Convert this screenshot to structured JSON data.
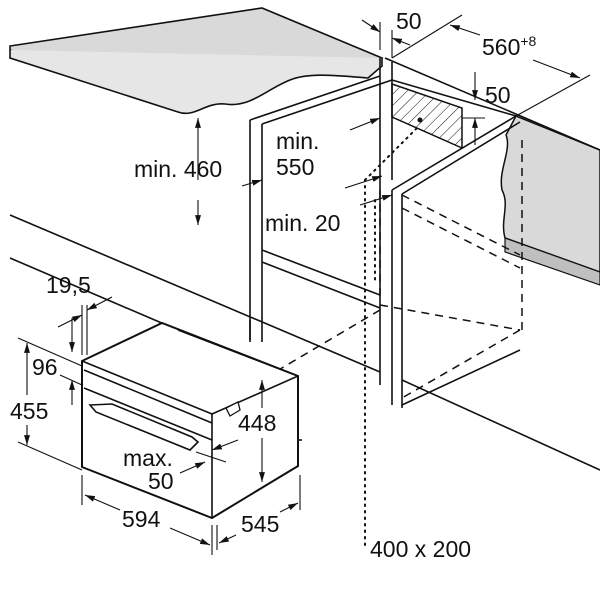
{
  "dimensions": {
    "gap_top": "50",
    "niche_width": "560",
    "niche_width_tolerance": "+8",
    "vent_height": "50",
    "min_height_above": "min. 460",
    "min_depth_prefix": "min.",
    "min_depth_value": "550",
    "min_gap": "min. 20",
    "front_offset": "19,5",
    "panel_height": "96",
    "total_height": "455",
    "body_height": "448",
    "max_label": "max.",
    "max_value": "50",
    "width": "594",
    "depth": "545",
    "vent_opening": "400 x 200"
  },
  "colors": {
    "line": "#111111",
    "countertop": "#d9d9d9"
  }
}
